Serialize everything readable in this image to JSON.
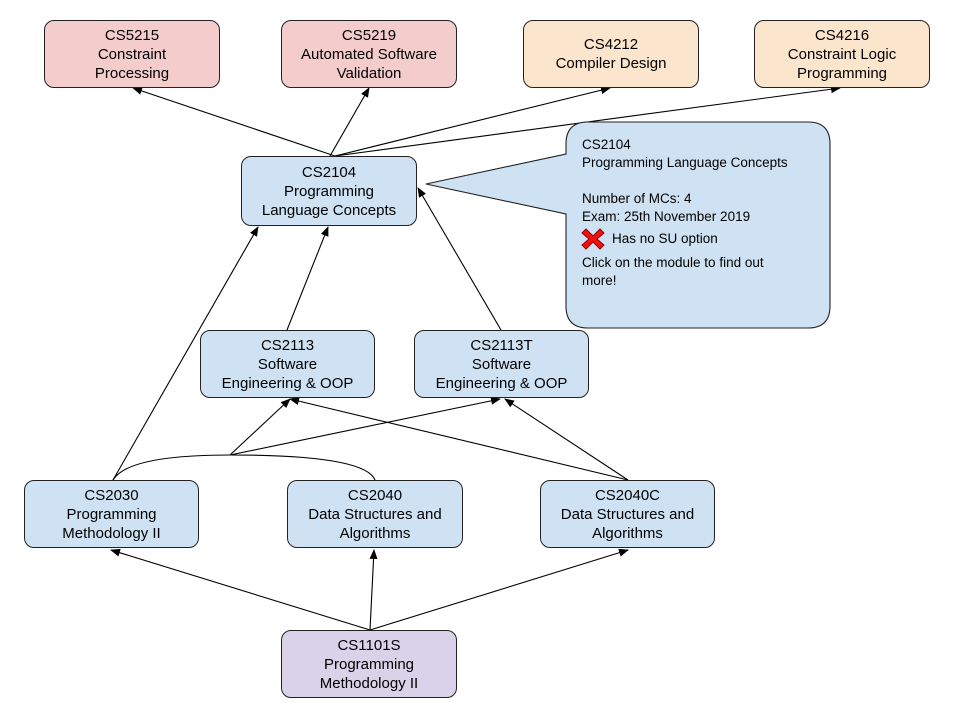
{
  "colors": {
    "core": "#cfe2f3",
    "cs5_level": "#f4cccc",
    "cs4_level": "#fce5cd",
    "foundation": "#d9d2e9",
    "edge": "#000000",
    "no_su_mark": "#ee1111"
  },
  "nodes": {
    "cs5215": {
      "code": "CS5215",
      "l1": "Constraint",
      "l2": "Processing"
    },
    "cs5219": {
      "code": "CS5219",
      "l1": "Automated Software",
      "l2": "Validation"
    },
    "cs4212": {
      "code": "CS4212",
      "l1": "Compiler Design"
    },
    "cs4216": {
      "code": "CS4216",
      "l1": "Constraint Logic",
      "l2": "Programming"
    },
    "cs2104": {
      "code": "CS2104",
      "l1": "Programming",
      "l2": "Language Concepts"
    },
    "cs2113": {
      "code": "CS2113",
      "l1": "Software",
      "l2": "Engineering & OOP"
    },
    "cs2113t": {
      "code": "CS2113T",
      "l1": "Software",
      "l2": "Engineering & OOP"
    },
    "cs2030": {
      "code": "CS2030",
      "l1": "Programming",
      "l2": "Methodology II"
    },
    "cs2040": {
      "code": "CS2040",
      "l1": "Data Structures and",
      "l2": "Algorithms"
    },
    "cs2040c": {
      "code": "CS2040C",
      "l1": "Data Structures and",
      "l2": "Algorithms"
    },
    "cs1101s": {
      "code": "CS1101S",
      "l1": "Programming",
      "l2": "Methodology II"
    }
  },
  "tooltip": {
    "code": "CS2104",
    "title": "Programming Language Concepts",
    "mcs": "Number of MCs: 4",
    "exam": "Exam: 25th November 2019",
    "su_icon": "red-x-icon",
    "su": "Has no SU option",
    "cta_l1": "Click on the module to find out",
    "cta_l2": "more!"
  }
}
